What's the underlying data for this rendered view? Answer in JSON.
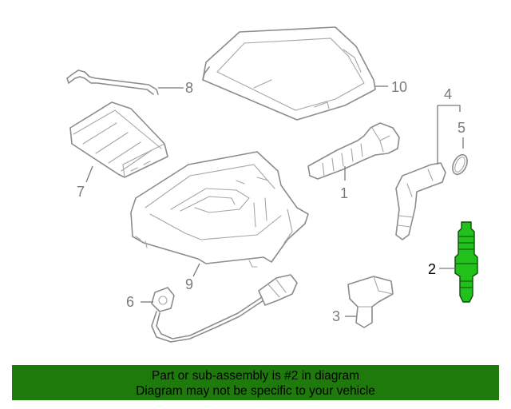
{
  "callouts": {
    "c1": "1",
    "c2": "2",
    "c3": "3",
    "c4": "4",
    "c5": "5",
    "c6": "6",
    "c7": "7",
    "c8": "8",
    "c9": "9",
    "c10": "10"
  },
  "highlight": {
    "part_number": "2",
    "color": "#22c01a",
    "banner_color": "#1f7a0c"
  },
  "banner": {
    "line1": "Part or sub-assembly is #2 in diagram",
    "line2": "Diagram may not be specific to your vehicle"
  }
}
